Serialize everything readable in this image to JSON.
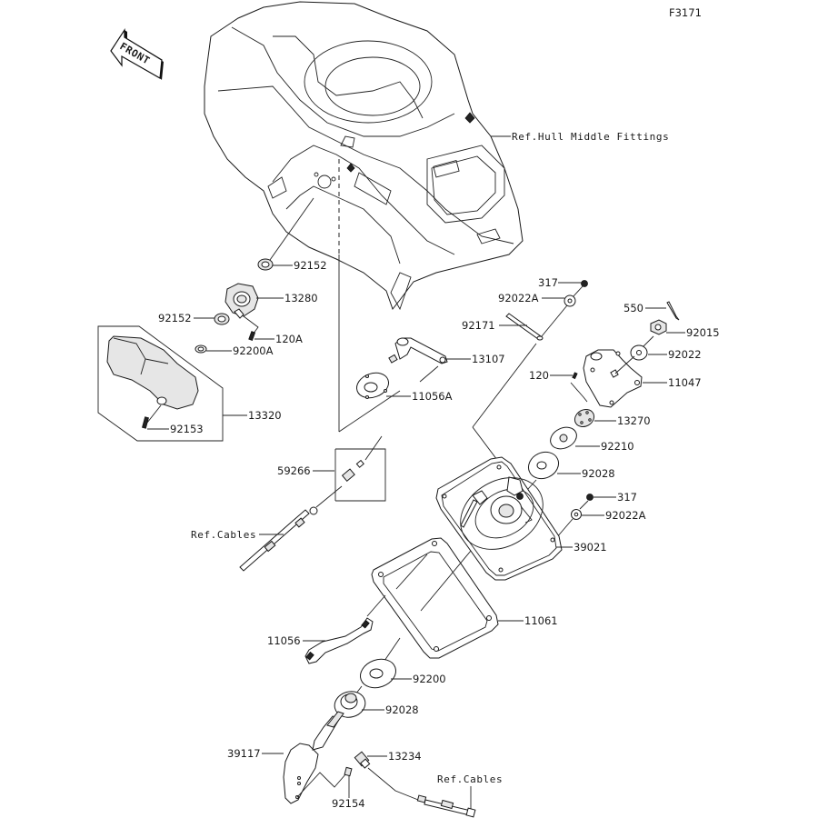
{
  "diagram": {
    "figure_code": "F3171",
    "front_arrow_label": "FRONT",
    "references": {
      "hull": "Ref.Hull Middle Fittings",
      "cables_upper": "Ref.Cables",
      "cables_lower": "Ref.Cables"
    },
    "part_labels": {
      "p92152_a": "92152",
      "p13280": "13280",
      "p92152_b": "92152",
      "p120A": "120A",
      "p92200A": "92200A",
      "p13320": "13320",
      "p92153": "92153",
      "p13107": "13107",
      "p11056A": "11056A",
      "p59266": "59266",
      "p317_a": "317",
      "p92022A_a": "92022A",
      "p92171": "92171",
      "p550": "550",
      "p92015": "92015",
      "p92022": "92022",
      "p120": "120",
      "p11047": "11047",
      "p13270": "13270",
      "p92210": "92210",
      "p92028_a": "92028",
      "p317_b": "317",
      "p92022A_b": "92022A",
      "p39021": "39021",
      "p11061": "11061",
      "p11056": "11056",
      "p92200": "92200",
      "p92028_b": "92028",
      "p39117": "39117",
      "p13234": "13234",
      "p92154": "92154"
    }
  }
}
